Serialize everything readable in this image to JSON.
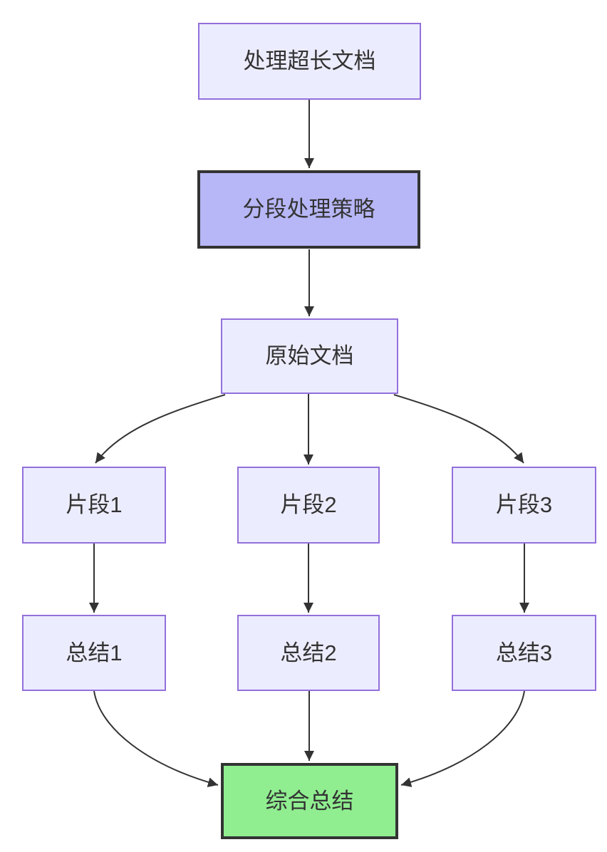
{
  "diagram": {
    "type": "flowchart",
    "direction": "top-down",
    "nodes": {
      "process_long_doc": {
        "label": "处理超长文档",
        "style": "default"
      },
      "segment_strategy": {
        "label": "分段处理策略",
        "style": "highlight"
      },
      "original_doc": {
        "label": "原始文档",
        "style": "default"
      },
      "fragment1": {
        "label": "片段1",
        "style": "default"
      },
      "fragment2": {
        "label": "片段2",
        "style": "default"
      },
      "fragment3": {
        "label": "片段3",
        "style": "default"
      },
      "summary1": {
        "label": "总结1",
        "style": "default"
      },
      "summary2": {
        "label": "总结2",
        "style": "default"
      },
      "summary3": {
        "label": "总结3",
        "style": "default"
      },
      "final_summary": {
        "label": "综合总结",
        "style": "success"
      }
    },
    "edges": [
      {
        "from": "process_long_doc",
        "to": "segment_strategy"
      },
      {
        "from": "segment_strategy",
        "to": "original_doc"
      },
      {
        "from": "original_doc",
        "to": "fragment1"
      },
      {
        "from": "original_doc",
        "to": "fragment2"
      },
      {
        "from": "original_doc",
        "to": "fragment3"
      },
      {
        "from": "fragment1",
        "to": "summary1"
      },
      {
        "from": "fragment2",
        "to": "summary2"
      },
      {
        "from": "fragment3",
        "to": "summary3"
      },
      {
        "from": "summary1",
        "to": "final_summary"
      },
      {
        "from": "summary2",
        "to": "final_summary"
      },
      {
        "from": "summary3",
        "to": "final_summary"
      }
    ],
    "colors": {
      "node_fill": "#ECECFF",
      "node_border": "#9370DB",
      "highlight_fill": "#b7b7f7",
      "highlight_border": "#333333",
      "success_fill": "#90EE90",
      "success_border": "#333333",
      "edge": "#333333",
      "text": "#333333",
      "bg": "#ffffff"
    }
  }
}
